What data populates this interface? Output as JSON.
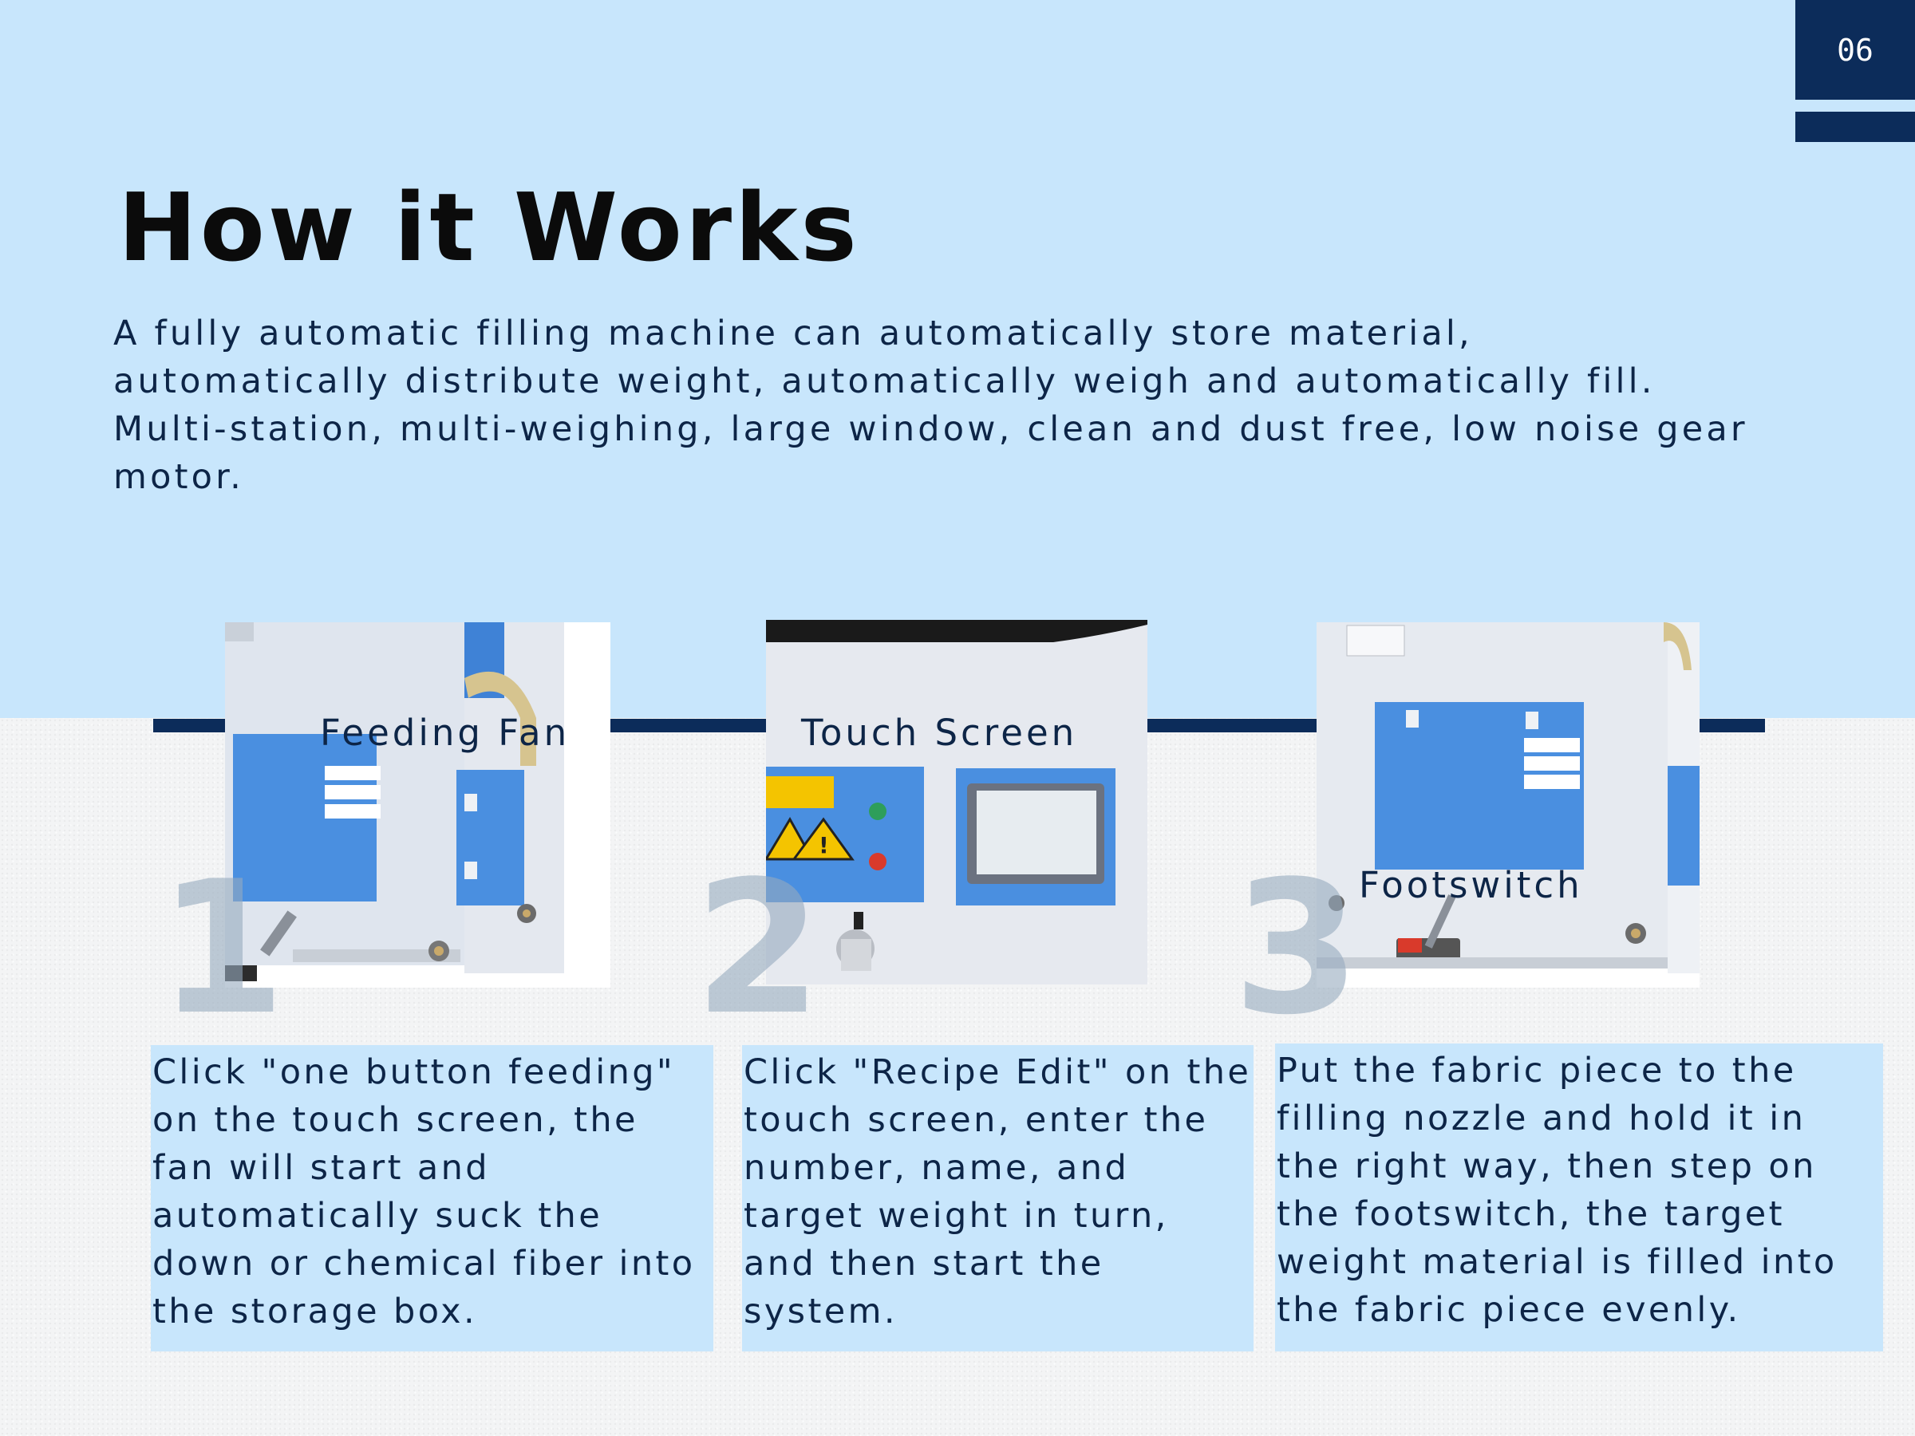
{
  "page_number": "06",
  "title": "How it Works",
  "intro": "A fully automatic filling machine can automatically store material, automatically distribute weight, automatically weigh and automatically fill. Multi-station, multi-weighing, large window, clean and dust free, low noise gear motor.",
  "steps": [
    {
      "number": "1",
      "label": "Feeding Fan",
      "text": "Click \"one button feeding\" on the touch screen, the fan will start and automatically suck the down or chemical fiber into the storage box."
    },
    {
      "number": "2",
      "label": "Touch Screen",
      "text": "Click \"Recipe Edit\" on the touch screen, enter the number, name, and target weight in turn, and then start the system."
    },
    {
      "number": "3",
      "label": "Footswitch",
      "text": "Put the fabric piece to the filling nozzle and hold it in the right way, then step on the footswitch, the target weight material is filled into the fabric piece evenly."
    }
  ],
  "colors": {
    "top_background": "#c8e6fc",
    "navy": "#0c2c5a",
    "text": "#0d2547",
    "panel_blue": "#4a90de"
  }
}
